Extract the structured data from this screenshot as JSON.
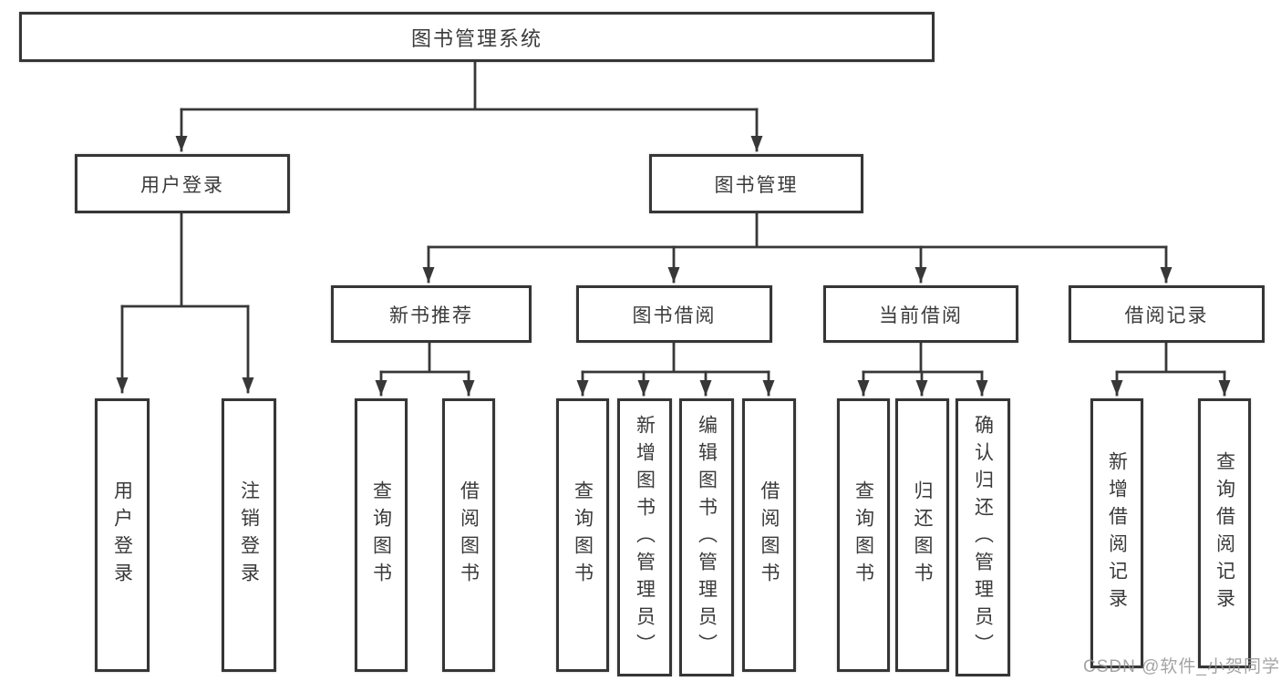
{
  "diagram": {
    "root": {
      "label": "图书管理系统"
    },
    "branches": {
      "user_login": {
        "label": "用户登录"
      },
      "book_mgmt": {
        "label": "图书管理"
      }
    },
    "modules": {
      "new_book_rec": {
        "label": "新书推荐"
      },
      "book_borrow": {
        "label": "图书借阅"
      },
      "current_borrow": {
        "label": "当前借阅"
      },
      "borrow_records": {
        "label": "借阅记录"
      }
    },
    "leaves": {
      "ul_login": {
        "label": "用户登录"
      },
      "ul_logout": {
        "label": "注销登录"
      },
      "nbr_query": {
        "label": "查询图书"
      },
      "nbr_borrow": {
        "label": "借阅图书"
      },
      "bb_query": {
        "label": "查询图书"
      },
      "bb_add": {
        "label": "新增图书（管理员）"
      },
      "bb_edit": {
        "label": "编辑图书（管理员）"
      },
      "bb_borrow": {
        "label": "借阅图书"
      },
      "cb_query": {
        "label": "查询图书"
      },
      "cb_return": {
        "label": "归还图书"
      },
      "cb_confirm": {
        "label": "确认归还（管理员）"
      },
      "br_add": {
        "label": "新增借阅记录"
      },
      "br_query": {
        "label": "查询借阅记录"
      }
    }
  },
  "colors": {
    "line": "#383838",
    "border": "#363636",
    "text": "#3a3a3a",
    "background": "#ffffff",
    "watermark": "#949494"
  },
  "watermark": "CSDN @软件_小贺同学"
}
